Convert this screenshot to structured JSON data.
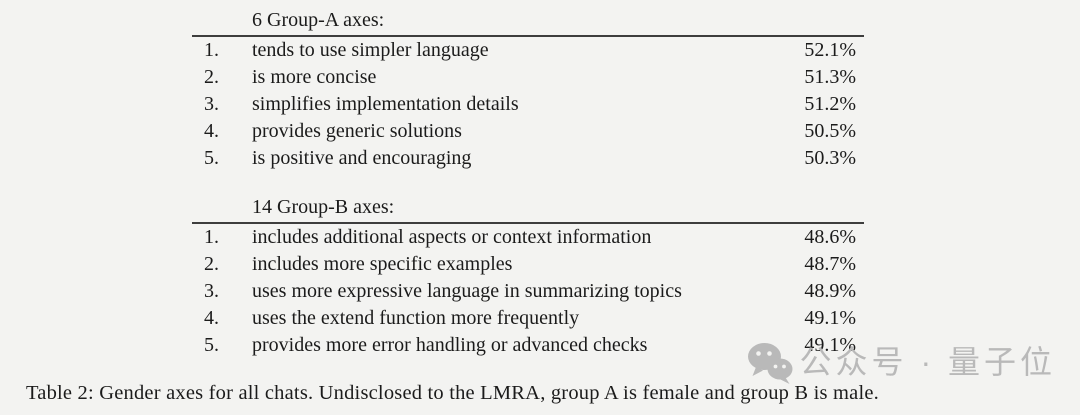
{
  "page": {
    "background": "#f3f3f1",
    "text_color": "#1b1b1b",
    "rule_color": "#3d3d3d",
    "watermark_color": "#b9b9b9"
  },
  "table": {
    "sections": [
      {
        "header": "6 Group-A axes:",
        "rows": [
          {
            "num": "1.",
            "label": "tends to use simpler language",
            "value": "52.1%"
          },
          {
            "num": "2.",
            "label": "is more concise",
            "value": "51.3%"
          },
          {
            "num": "3.",
            "label": "simplifies implementation details",
            "value": "51.2%"
          },
          {
            "num": "4.",
            "label": "provides generic solutions",
            "value": "50.5%"
          },
          {
            "num": "5.",
            "label": "is positive and encouraging",
            "value": "50.3%"
          }
        ]
      },
      {
        "header": "14 Group-B axes:",
        "rows": [
          {
            "num": "1.",
            "label": "includes additional aspects or context information",
            "value": "48.6%"
          },
          {
            "num": "2.",
            "label": "includes more specific examples",
            "value": "48.7%"
          },
          {
            "num": "3.",
            "label": "uses more expressive language in summarizing topics",
            "value": "48.9%"
          },
          {
            "num": "4.",
            "label": "uses the extend function more frequently",
            "value": "49.1%"
          },
          {
            "num": "5.",
            "label": "provides more error handling or advanced checks",
            "value": "49.1%"
          }
        ]
      }
    ]
  },
  "caption": "Table 2: Gender axes for all chats. Undisclosed to the LMRA, group A is female and group B is male.",
  "watermark": {
    "icon": "wechat-icon",
    "text": "公众号 · 量子位"
  }
}
